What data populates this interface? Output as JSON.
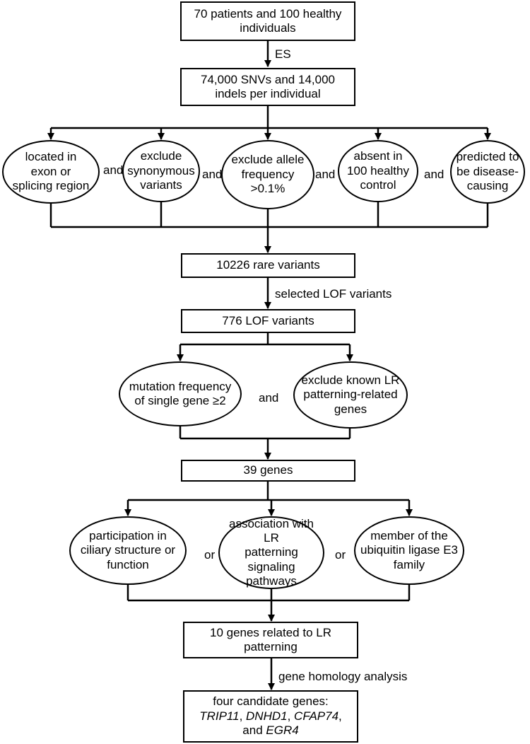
{
  "nodes": {
    "start": [
      "70 patients and 100 healthy",
      "individuals"
    ],
    "variants": [
      "74,000 SNVs and 14,000",
      "indels per individual"
    ],
    "filter_exon": [
      "located in",
      "exon or",
      "splicing region"
    ],
    "filter_synonymous": [
      "exclude",
      "synonymous",
      "variants"
    ],
    "filter_freq": [
      "exclude allele",
      "frequency",
      ">0.1%"
    ],
    "filter_absent": [
      "absent in",
      "100 healthy",
      "control"
    ],
    "filter_predicted": [
      "predicted to",
      "be disease-",
      "causing"
    ],
    "rare": "10226 rare variants",
    "lof": "776 LOF variants",
    "mut_freq": [
      "mutation frequency",
      "of single gene ≥2"
    ],
    "exclude_known": [
      "exclude known  LR",
      "patterning-related",
      "genes"
    ],
    "genes39": "39 genes",
    "ciliary": [
      "participation in",
      "ciliary structure or",
      "function"
    ],
    "signaling": [
      "association with  LR",
      "patterning signaling",
      "pathways"
    ],
    "ubiquitin": [
      "member of the",
      "ubiquitin ligase E3",
      "family"
    ],
    "genes10": [
      "10 genes related to LR",
      "patterning"
    ],
    "final": {
      "line1": "four candidate genes:",
      "gene1": "TRIP11",
      "sep1": ", ",
      "gene2": "DNHD1",
      "sep2": ", ",
      "gene3": "CFAP74",
      "sep3": ",",
      "and": "and ",
      "gene4": "EGR4"
    }
  },
  "edge_labels": {
    "es": "ES",
    "selected_lof": "selected LOF variants",
    "homology": "gene homology analysis"
  },
  "connectors": {
    "and1": "and",
    "and2": "and",
    "and3": "and",
    "and4": "and",
    "and5": "and",
    "or1": "or",
    "or2": "or"
  }
}
